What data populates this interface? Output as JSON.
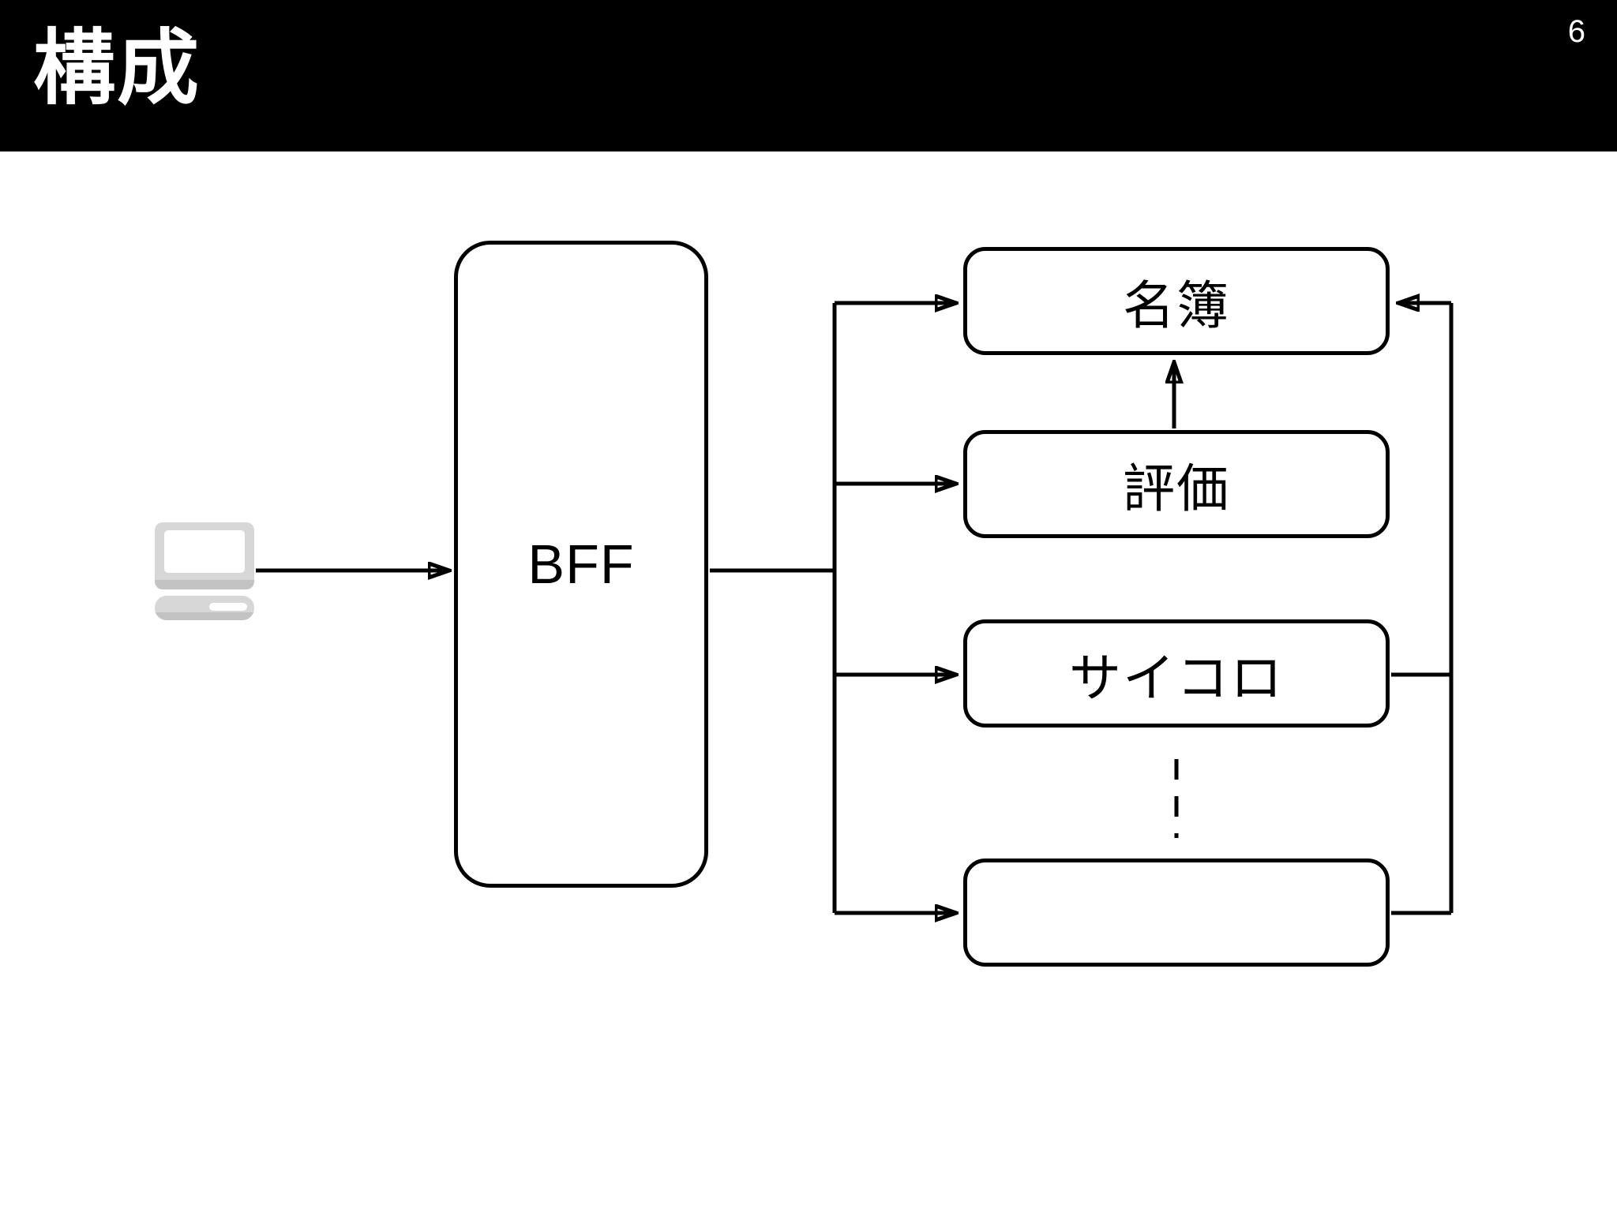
{
  "header": {
    "title": "構成",
    "page_number": "6"
  },
  "diagram": {
    "client": {
      "icon": "laptop-icon"
    },
    "bff": {
      "label": "BFF"
    },
    "services": [
      {
        "label": "名簿"
      },
      {
        "label": "評価"
      },
      {
        "label": "サイコロ"
      },
      {
        "label": ""
      }
    ],
    "colors": {
      "line": "#000000",
      "header_bg": "#000000",
      "header_text": "#ffffff",
      "box_fill": "#ffffff",
      "icon_gray": "#d7d7d7",
      "icon_gray_dark": "#c3c3c3"
    }
  }
}
